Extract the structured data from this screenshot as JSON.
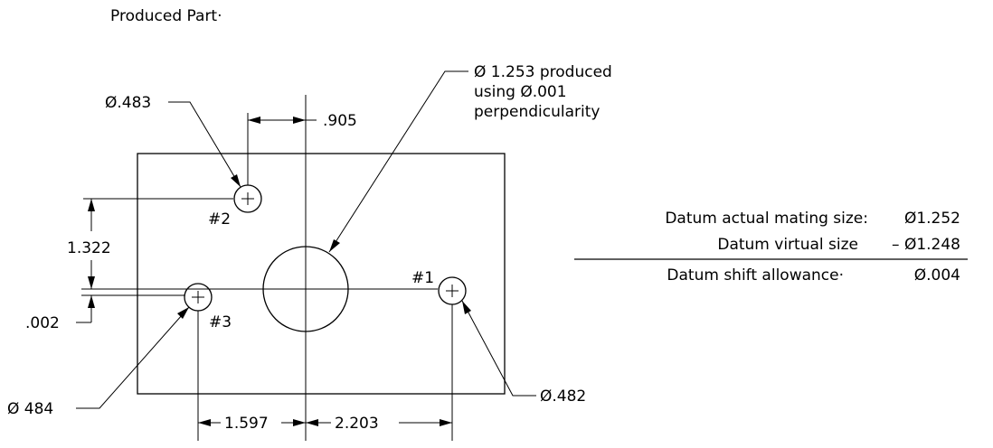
{
  "title": "Produced Part·",
  "holes": {
    "hole1": {
      "tag": "#1",
      "diameter": "Ø.482"
    },
    "hole2": {
      "tag": "#2",
      "diameter": "Ø.483"
    },
    "hole3": {
      "tag": "#3",
      "diameter": "Ø 484"
    }
  },
  "datum_hole": {
    "line1": "Ø 1.253 produced",
    "line2": "using  Ø.001",
    "line3": "perpendicularity"
  },
  "dimensions": {
    "top": ".905",
    "vertical": "1.322",
    "offset": ".002",
    "bottom_left": "1.597",
    "bottom_right": "2.203"
  },
  "shift_table": {
    "row1_label": "Datum  actual  mating  size:",
    "row1_value": "Ø1.252",
    "row2_label": "Datum  virtual  size",
    "row2_value": "– Ø1.248",
    "row3_label": "Datum  shift  allowance·",
    "row3_value": "Ø.004"
  }
}
